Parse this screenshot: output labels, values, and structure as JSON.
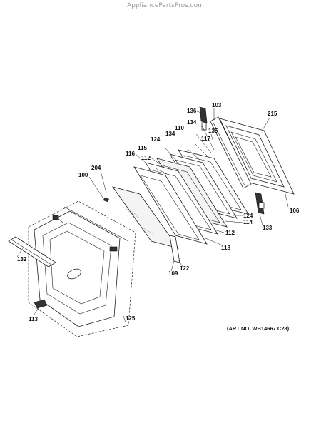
{
  "watermark": "AppliancePartsPros.com",
  "art_number": "(ART NO. WB14667 C28)",
  "callouts": [
    "100",
    "103",
    "106",
    "109",
    "110",
    "112",
    "112",
    "113",
    "114",
    "115",
    "116",
    "117",
    "118",
    "122",
    "124",
    "124",
    "125",
    "132",
    "133",
    "134",
    "134",
    "135",
    "136",
    "204",
    "215"
  ],
  "icons": {
    "part_glyph": "exploded-view-drawing"
  }
}
